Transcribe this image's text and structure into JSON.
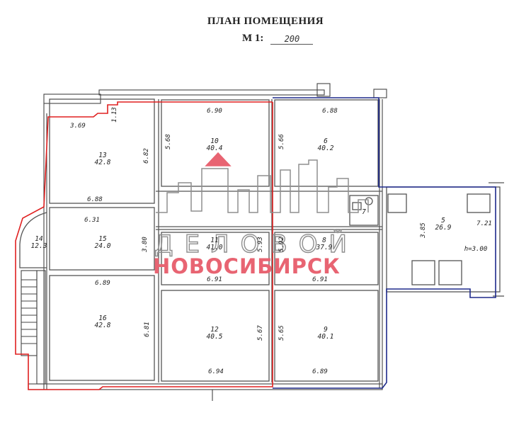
{
  "header": {
    "title": "ПЛАН ПОМЕЩЕНИЯ",
    "scale_prefix": "М 1:",
    "scale_value": "200"
  },
  "rooms": [
    {
      "num": "10",
      "area": "40.4"
    },
    {
      "num": "6",
      "area": "40.2"
    },
    {
      "num": "13",
      "area": "42.8"
    },
    {
      "num": "15",
      "area": "24.0"
    },
    {
      "num": "14",
      "area": "12.3"
    },
    {
      "num": "11",
      "area": "41.0"
    },
    {
      "num": "8",
      "area": "37.9"
    },
    {
      "num": "5",
      "area": "26.9"
    },
    {
      "num": "7",
      "area": ""
    },
    {
      "num": "16",
      "area": "42.8"
    },
    {
      "num": "12",
      "area": "40.5"
    },
    {
      "num": "9",
      "area": "40.1"
    }
  ],
  "dims": {
    "d_690": "6.90",
    "d_688a": "6.88",
    "d_369": "3.69",
    "d_113": "1.13",
    "d_568": "5.68",
    "d_682": "6.82",
    "d_566": "5.66",
    "d_688b": "6.88",
    "d_631": "6.31",
    "d_380": "3.80",
    "d_593": "5.93",
    "d_592": "5.92",
    "d_385": "3.85",
    "d_721": "7.21",
    "d_h": "h=3.00",
    "d_691a": "6.91",
    "d_691b": "6.91",
    "d_689a": "6.89",
    "d_681": "6.81",
    "d_567": "5.67",
    "d_565": "5.65",
    "d_694": "6.94",
    "d_689b": "6.89"
  },
  "watermark": {
    "line1": "ДЕЛОВОЙ",
    "line2": "НОВОСИБИРСК",
    "brand_color": "#e86472"
  },
  "colors": {
    "red_outline": "#e02020",
    "blue_outline": "#1e2a8c"
  }
}
